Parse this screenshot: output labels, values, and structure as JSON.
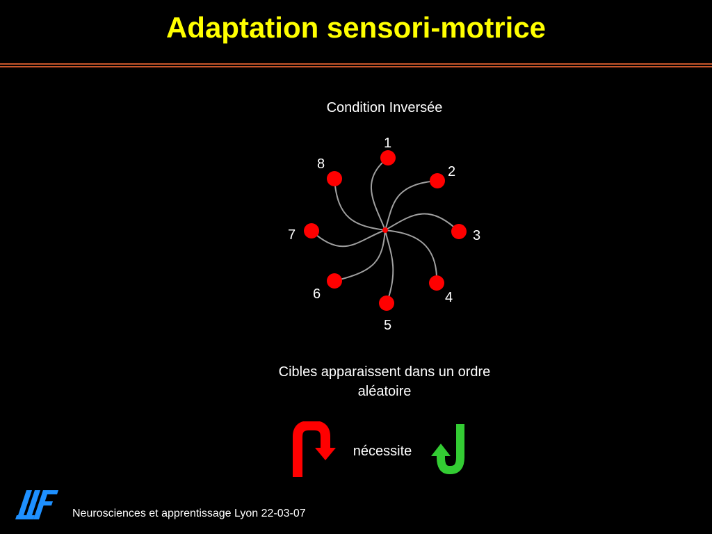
{
  "title": "Adaptation sensori-motrice",
  "condition_label": "Condition Inversée",
  "targets": [
    {
      "label": "1"
    },
    {
      "label": "2"
    },
    {
      "label": "3"
    },
    {
      "label": "4"
    },
    {
      "label": "5"
    },
    {
      "label": "6"
    },
    {
      "label": "7"
    },
    {
      "label": "8"
    }
  ],
  "caption_line1": "Cibles apparaissent dans un ordre",
  "caption_line2": "aléatoire",
  "requires_text": "nécessite",
  "footer_text": "Neurosciences et apprentissage Lyon 22-03-07",
  "colors": {
    "title": "#ffff00",
    "target": "#ff0000",
    "path": "#a0a0a0",
    "red_arrow": "#ff0000",
    "green_arrow": "#33cc33",
    "rule": "#c8552a",
    "logo": "#1e90ff"
  }
}
